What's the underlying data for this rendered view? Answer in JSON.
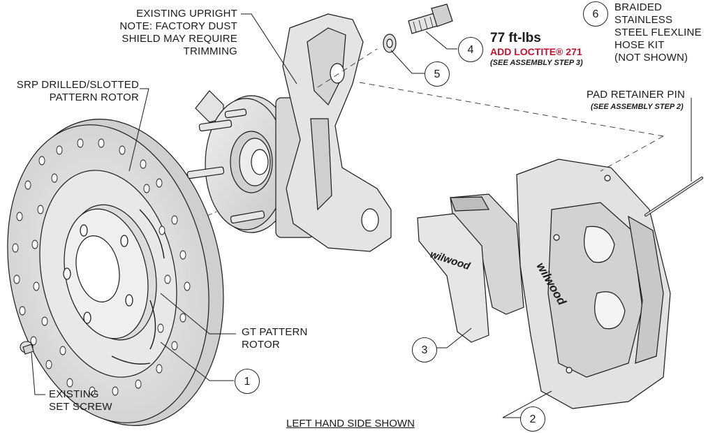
{
  "labels": {
    "existing_upright": "EXISTING UPRIGHT\nNOTE: FACTORY DUST\nSHIELD MAY REQUIRE\nTRIMMING",
    "srp_rotor": "SRP DRILLED/SLOTTED\nPATTERN ROTOR",
    "gt_rotor": "GT PATTERN\nROTOR",
    "set_screw": "EXISTING\nSET SCREW",
    "braided_hose": "BRAIDED\nSTAINLESS\nSTEEL FLEXLINE\nHOSE KIT\n(NOT SHOWN)",
    "pad_retainer_pin": "PAD RETAINER PIN",
    "pad_retainer_note": "(SEE ASSEMBLY STEP 2)",
    "torque": "77 ft-lbs",
    "loctite": "ADD LOCTITE® 271",
    "torque_note": "(SEE ASSEMBLY STEP 3)",
    "footer": "LEFT HAND SIDE SHOWN",
    "pad_brand": "wilwood",
    "caliper_brand": "wilwood"
  },
  "callouts": {
    "c1": "1",
    "c2": "2",
    "c3": "3",
    "c4": "4",
    "c5": "5",
    "c6": "6"
  },
  "colors": {
    "line": "#1a1a1a",
    "part_fill": "#e6e6e6",
    "part_shade": "#cfcfcf",
    "accent_red": "#c8102e"
  }
}
